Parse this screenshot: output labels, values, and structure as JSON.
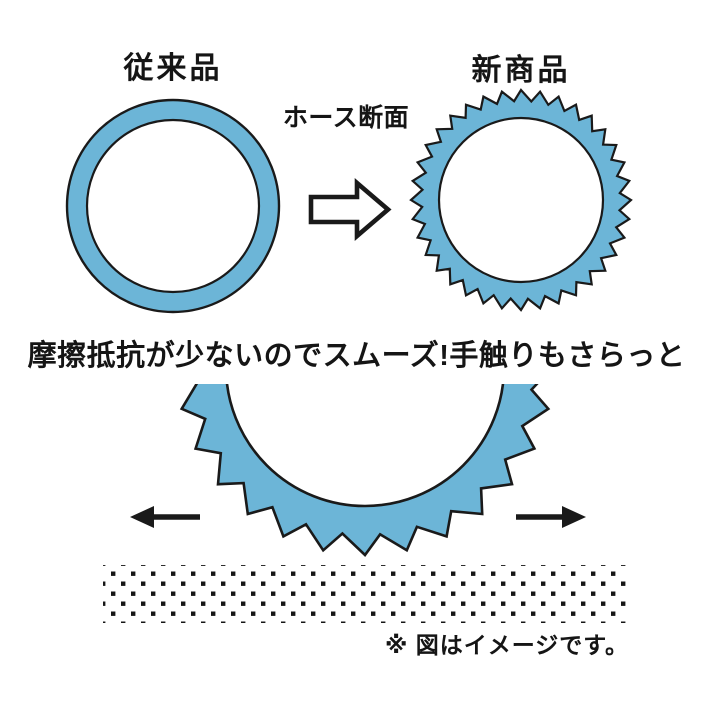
{
  "colors": {
    "hose_blue": "#6cb5d7",
    "outline": "#1a1a1a",
    "text": "#151515",
    "background": "#ffffff"
  },
  "labels": {
    "old_product": "従来品",
    "new_product": "新商品",
    "cross_section": "ホース断面",
    "benefit": "摩擦抵抗が少ないのでスムーズ!手触りもさらっと",
    "disclaimer": "※ 図はイメージです。"
  },
  "icons": {
    "transform_arrow": "hollow right arrow between old and new cross-sections",
    "slide_left_arrow": "solid left motion arrow",
    "slide_right_arrow": "solid right motion arrow",
    "surface_texture": "stippled square-dot band representing contact surface"
  }
}
